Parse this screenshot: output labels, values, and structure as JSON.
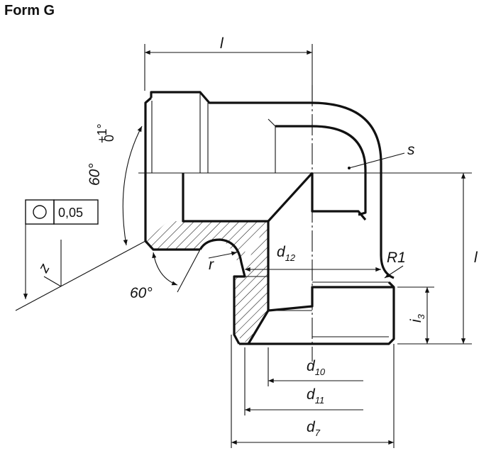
{
  "title": "Form G",
  "labels": {
    "l_top": "l",
    "l_right": "l",
    "s": "s",
    "r": "r",
    "R1": "R1",
    "i": "i",
    "i_sub": "3",
    "d12": "d",
    "d12_sub": "12",
    "d10": "d",
    "d10_sub": "10",
    "d11": "d",
    "d11_sub": "11",
    "d7": "d",
    "d7_sub": "7",
    "z": "z",
    "angle_lower": "60°",
    "angle_upper": "60°",
    "angle_upper_tol_plus": "+1°",
    "angle_upper_tol_zero": "0"
  },
  "tolerance_frame": {
    "symbol": "roundness-circle-icon",
    "value": "0,05"
  }
}
